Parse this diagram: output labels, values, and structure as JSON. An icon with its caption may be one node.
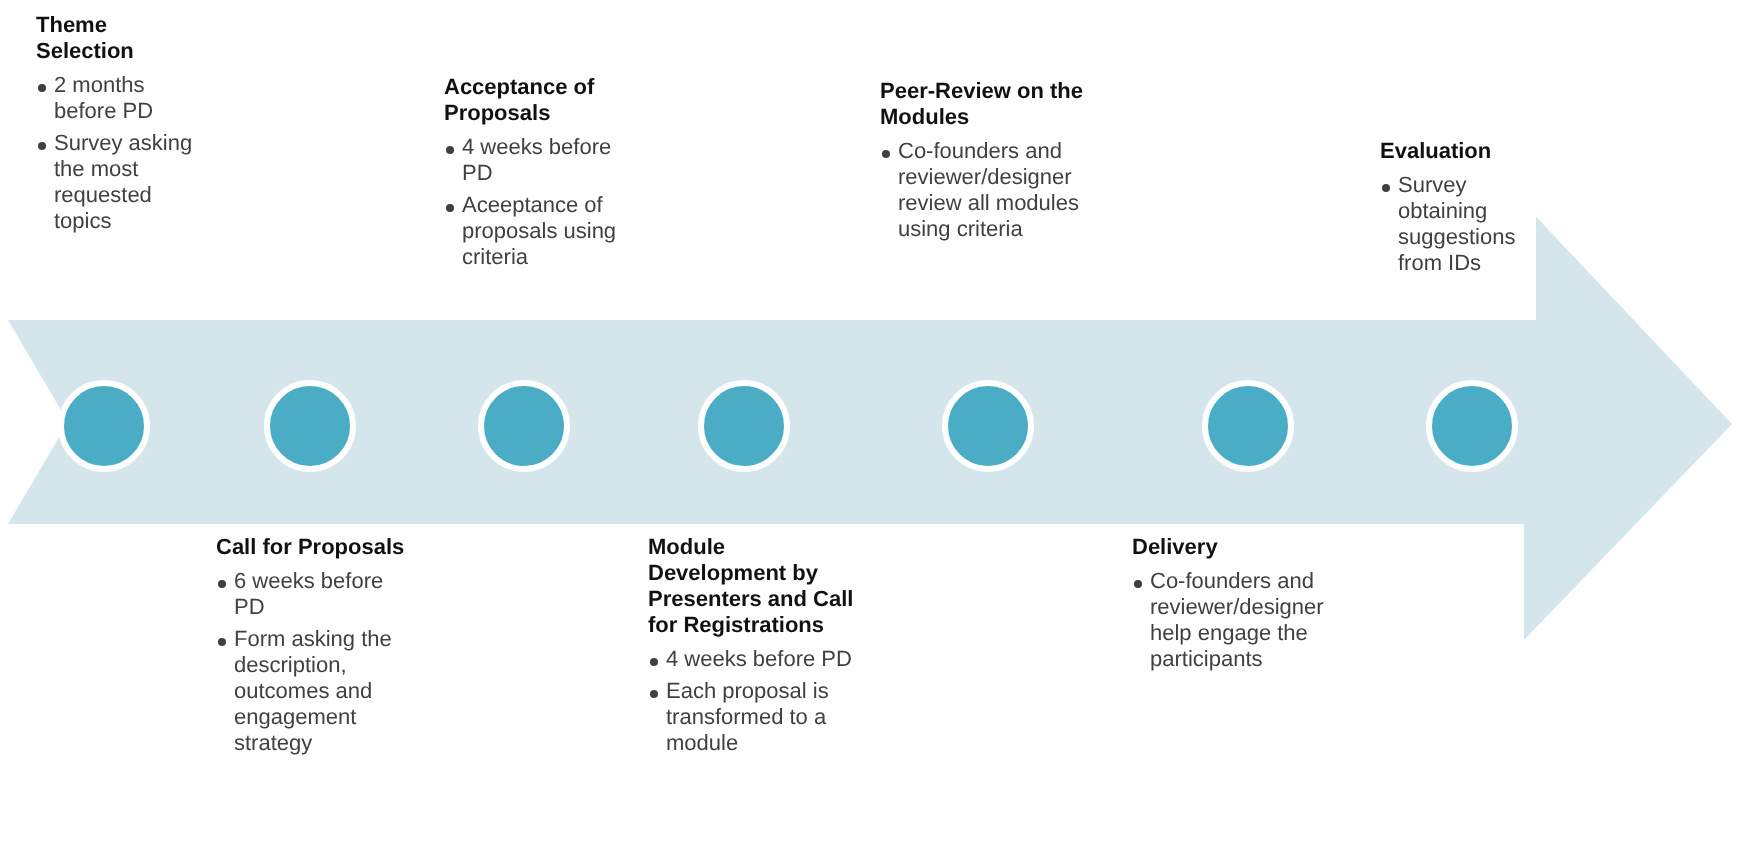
{
  "diagram": {
    "nodes": [
      {
        "text": [],
        "shape": "circle",
        "beside": [
          "Theme Selection",
          "2 months before PD",
          "Survey asking the most requested topics"
        ]
      },
      {
        "text": [],
        "shape": "circle",
        "beside": [
          "Call for Proposals",
          "6 weeks before PD",
          "Form asking the description, outcomes and engagement strategy"
        ]
      },
      {
        "text": [],
        "shape": "circle",
        "beside": [
          "Acceptance of Proposals",
          "4 weeks before PD",
          "Aceeptance of proposals using criteria"
        ]
      },
      {
        "text": [],
        "shape": "circle",
        "beside": [
          "Module Development by Presenters and Call for Registrations",
          "4 weeks before PD",
          "Each proposal is transformed to a module"
        ]
      },
      {
        "text": [],
        "shape": "circle",
        "beside": [
          "Peer-Review on the Modules",
          "Co-founders and reviewer/designer review all modules using criteria"
        ]
      },
      {
        "text": [],
        "shape": "circle",
        "beside": [
          "Delivery",
          "Co-founders and reviewer/designer help engage the participants"
        ]
      },
      {
        "text": [],
        "shape": "circle",
        "beside": [
          "Evaluation",
          "Survey obtaining suggestions from IDs"
        ]
      }
    ]
  }
}
